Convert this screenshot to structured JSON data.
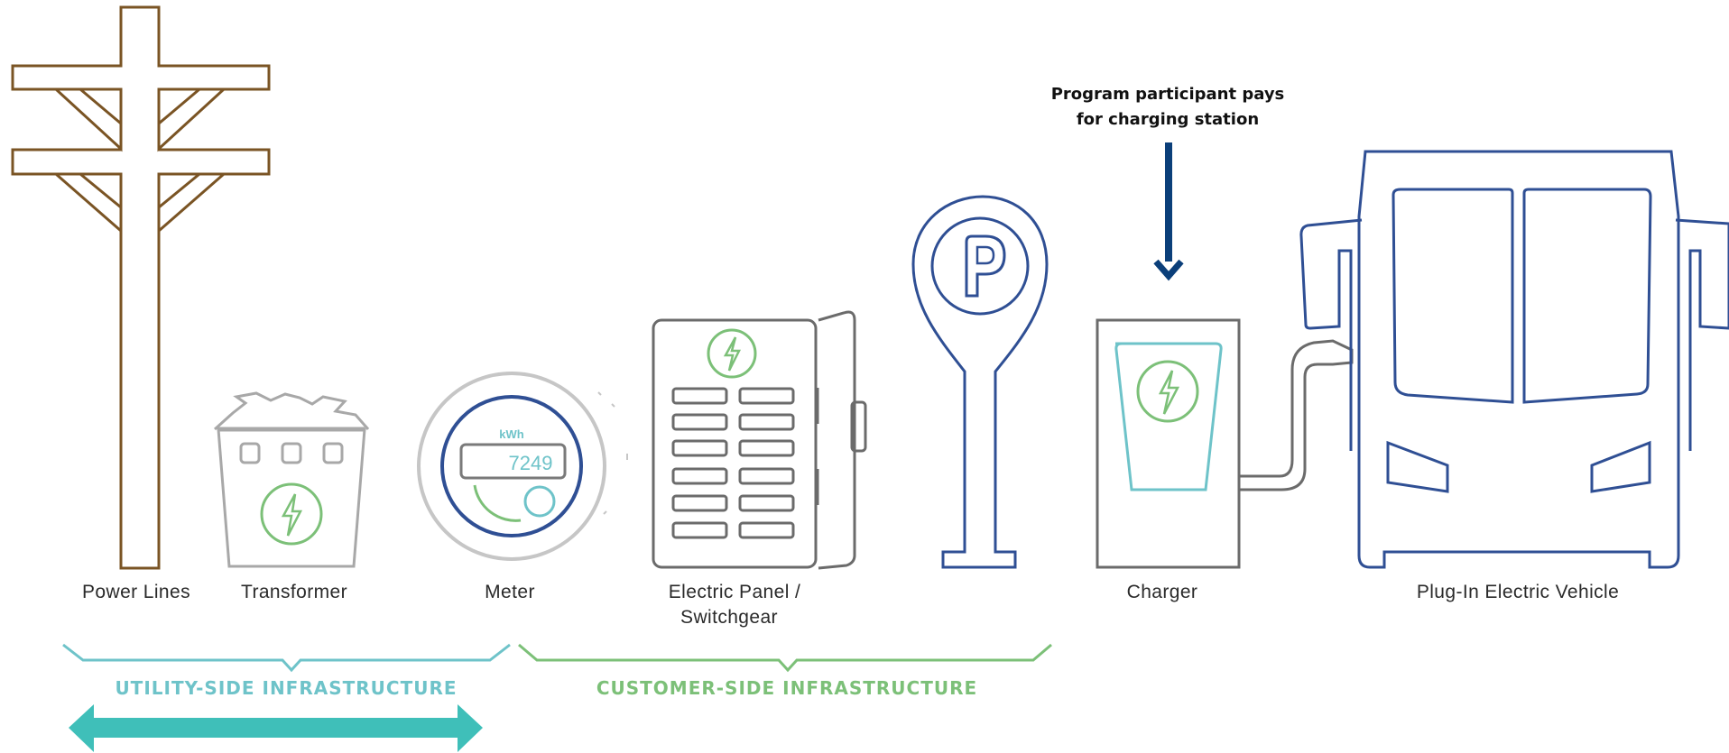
{
  "colors": {
    "pole": "#7a5424",
    "gray": "#a8a8a8",
    "darkgray": "#6b6b6b",
    "green": "#7cc078",
    "blue": "#2f4f94",
    "teal": "#6ec3c9",
    "teal_arrow": "#3fbfb9",
    "dark_arrow": "#0b3f7a"
  },
  "labels": {
    "power_lines": "Power Lines",
    "transformer": "Transformer",
    "meter": "Meter",
    "panel_line1": "Electric Panel /",
    "panel_line2": "Switchgear",
    "charger": "Charger",
    "vehicle": "Plug-In Electric Vehicle"
  },
  "meter_display": {
    "unit": "kWh",
    "reading": "7249"
  },
  "parking_sign_letter": "P",
  "callout": {
    "line1": "Program participant pays",
    "line2": "for charging station"
  },
  "zones": {
    "utility": "UTILITY-SIDE INFRASTRUCTURE",
    "customer": "CUSTOMER-SIDE INFRASTRUCTURE"
  }
}
